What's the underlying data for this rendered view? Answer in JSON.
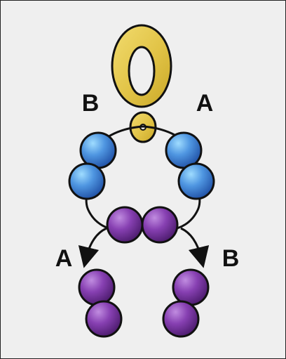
{
  "labels": {
    "top_left": "B",
    "top_right": "A",
    "bottom_left": "A",
    "bottom_right": "B"
  },
  "colors": {
    "ring_gold": "#e3c447",
    "bead_blue_light": "#63b6f2",
    "bead_blue_dark": "#2f61b8",
    "bead_purple_light": "#a26ad0",
    "bead_purple_dark": "#4f1d73",
    "outline": "#111111"
  }
}
